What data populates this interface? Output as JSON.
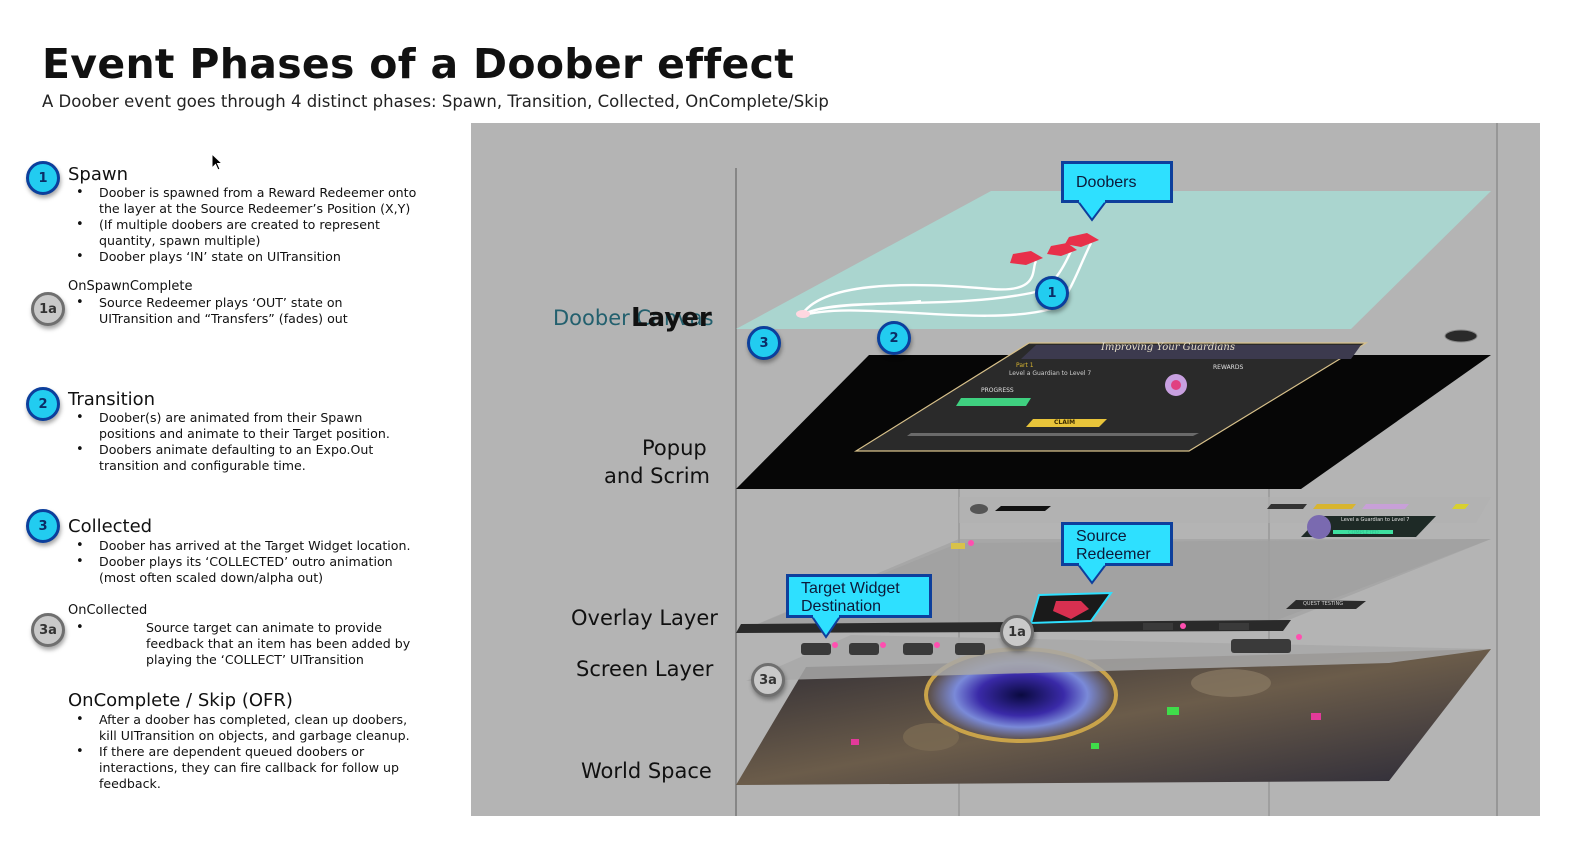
{
  "header": {
    "title": "Event Phases of a Doober effect",
    "subtitle": "A Doober event goes through 4 distinct phases: Spawn, Transition, Collected, OnComplete/Skip"
  },
  "phases": {
    "spawn": {
      "badge": "1",
      "title": "Spawn",
      "bullets": [
        "Doober is spawned from a Reward Redeemer onto the layer at the Source Redeemer’s Position (X,Y)",
        "(If multiple doobers are created to represent quantity, spawn multiple)",
        "Doober plays ‘IN’ state on UITransition"
      ]
    },
    "on_spawn_complete": {
      "badge": "1a",
      "title": "OnSpawnComplete",
      "bullets": [
        "Source Redeemer plays ‘OUT’ state on UITransition and “Transfers” (fades) out"
      ]
    },
    "transition": {
      "badge": "2",
      "title": "Transition",
      "bullets": [
        "Doober(s) are animated from their Spawn positions and animate to their Target position.",
        "Doobers animate defaulting to an Expo.Out transition and configurable time."
      ]
    },
    "collected": {
      "badge": "3",
      "title": "Collected",
      "bullets": [
        "Doober has arrived at the Target Widget location.",
        "Doober plays its ‘COLLECTED’ outro animation (most often scaled down/alpha out)"
      ]
    },
    "on_collected": {
      "badge": "3a",
      "title": "OnCollected",
      "bullets": [
        "Source target can animate to provide feedback that an item has been added by playing the ‘COLLECT’ UITransition"
      ]
    },
    "on_complete": {
      "title": "OnComplete / Skip (OFR)",
      "bullets": [
        "After a doober has completed, clean up doobers, kill UITransition on objects, and garbage cleanup.",
        "If there are dependent queued doobers or interactions, they can fire callback for follow up feedback."
      ]
    }
  },
  "diagram": {
    "layers": {
      "doober_ghost": "Doober Canvas",
      "doober": "Layer",
      "popup_line1": "Popup",
      "popup_line2": "and Scrim",
      "overlay": "Overlay Layer",
      "screen": "Screen Layer",
      "world": "World Space"
    },
    "callouts": {
      "doobers": "Doobers",
      "source_line1": "Source",
      "source_line2": "Redeemer",
      "target_line1": "Target Widget",
      "target_line2": "Destination"
    },
    "markers": {
      "m1": "1",
      "m2": "2",
      "m3": "3",
      "m1a": "1a",
      "m3a": "3a"
    },
    "popup": {
      "title": "Improving Your Guardians",
      "part": "Part 1",
      "task": "Level a Guardian to Level 7",
      "rewards": "REWARDS",
      "progress": "PROGRESS",
      "claim": "CLAIM"
    },
    "hud": {
      "quest_card": "Level a Guardian to Level 7",
      "completed": "COMPLETED",
      "quest_testing": "QUEST TESTING"
    },
    "colors": {
      "callout_fill": "#2ee0ff",
      "callout_border": "#0d3f9c",
      "doober_layer": "#a9d8d2",
      "marker_blue": "#22ccf0",
      "marker_grey": "#c9c9c9"
    }
  }
}
